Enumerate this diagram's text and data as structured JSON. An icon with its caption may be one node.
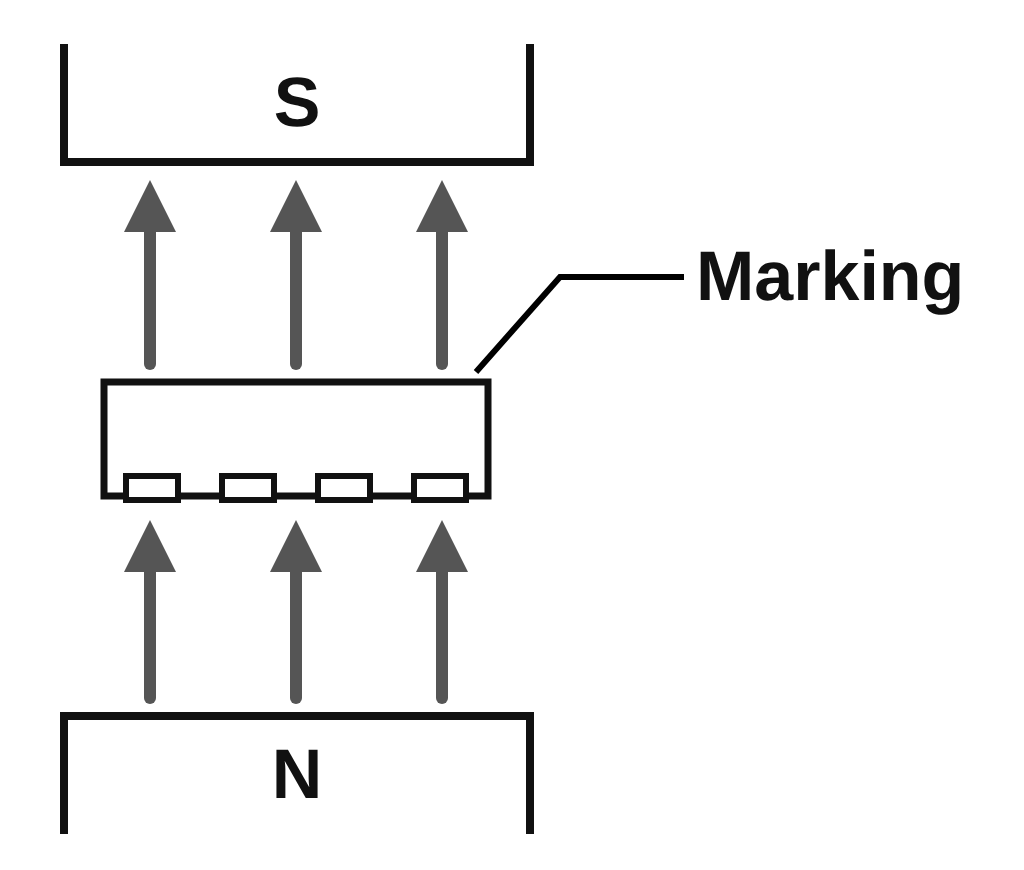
{
  "diagram": {
    "nodes": [
      {
        "text": [
          "S"
        ]
      },
      {
        "text": [
          "Marking"
        ]
      },
      {
        "text": [],
        "shape": "box"
      },
      {
        "text": [
          "N"
        ]
      }
    ],
    "edges": [
      {
        "from": 2,
        "to": 0,
        "arrow": "to"
      },
      {
        "from": 2,
        "to": 0,
        "arrow": "to"
      },
      {
        "from": 2,
        "to": 0,
        "arrow": "to"
      },
      {
        "from": 1,
        "to": 2,
        "arrow": "none",
        "color": "#000000"
      },
      {
        "from": 3,
        "to": 2,
        "arrow": "to"
      },
      {
        "from": 3,
        "to": 2,
        "arrow": "to"
      },
      {
        "from": 3,
        "to": 2,
        "arrow": "to"
      }
    ]
  }
}
